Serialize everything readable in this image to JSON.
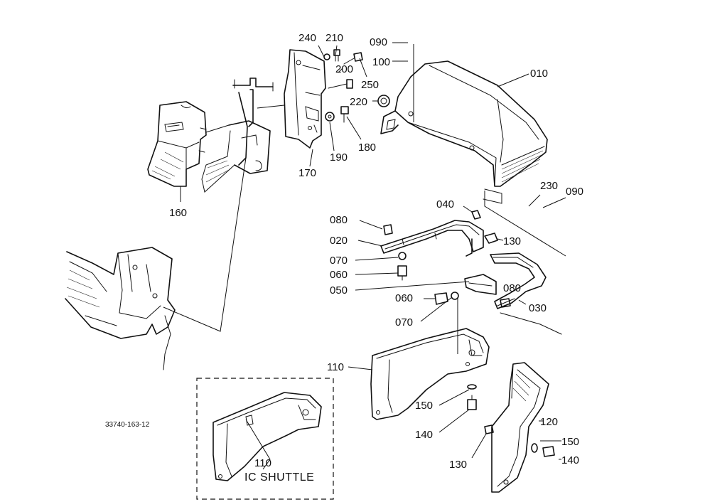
{
  "drawing_code": "33740-163-12",
  "variant_label": "IC SHUTTLE",
  "callouts": {
    "p010": "010",
    "p020": "020",
    "p030": "030",
    "p040": "040",
    "p050": "050",
    "p060a": "060",
    "p060b": "060",
    "p070a": "070",
    "p070b": "070",
    "p080a": "080",
    "p080b": "080",
    "p090a": "090",
    "p090b": "090",
    "p100": "100",
    "p110a": "110",
    "p110b": "110",
    "p120": "120",
    "p130a": "130",
    "p130b": "130",
    "p140a": "140",
    "p140b": "140",
    "p150a": "150",
    "p150b": "150",
    "p160": "160",
    "p170": "170",
    "p180": "180",
    "p190": "190",
    "p200": "200",
    "p210": "210",
    "p220": "220",
    "p230": "230",
    "p240": "240",
    "p250": "250"
  }
}
